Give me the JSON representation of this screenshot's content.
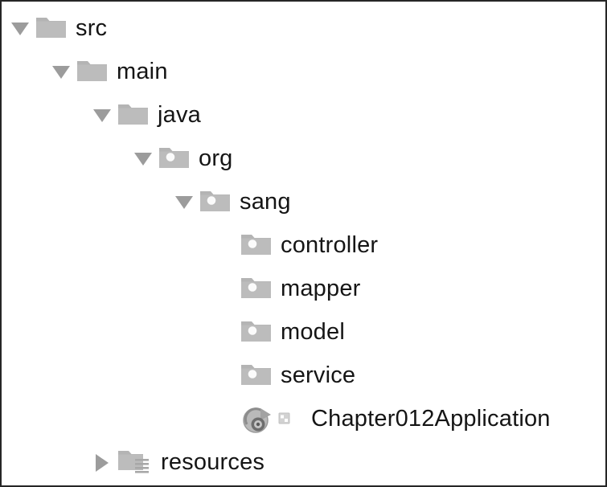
{
  "panel": {
    "name": "project-structure-tree",
    "background_color": "#ffffff",
    "border_color": "#262626",
    "icon_color": "#b0b0b0",
    "twisty_color": "#9c9c9c",
    "text_color": "#151515"
  },
  "tree": {
    "nodes": [
      {
        "label": "src",
        "depth": 0,
        "icon": "folder-icon",
        "twisty": "expanded",
        "expanded": true,
        "type": "source-root-folder"
      },
      {
        "label": "main",
        "depth": 1,
        "icon": "folder-icon",
        "twisty": "expanded",
        "expanded": true,
        "type": "folder"
      },
      {
        "label": "java",
        "depth": 2,
        "icon": "folder-icon",
        "twisty": "expanded",
        "expanded": true,
        "type": "source-folder"
      },
      {
        "label": "org",
        "depth": 3,
        "icon": "package-icon",
        "twisty": "expanded",
        "expanded": true,
        "type": "package"
      },
      {
        "label": "sang",
        "depth": 4,
        "icon": "package-icon",
        "twisty": "expanded",
        "expanded": true,
        "type": "package"
      },
      {
        "label": "controller",
        "depth": 5,
        "icon": "package-icon",
        "twisty": "none",
        "expanded": false,
        "type": "package"
      },
      {
        "label": "mapper",
        "depth": 5,
        "icon": "package-icon",
        "twisty": "none",
        "expanded": false,
        "type": "package"
      },
      {
        "label": "model",
        "depth": 5,
        "icon": "package-icon",
        "twisty": "none",
        "expanded": false,
        "type": "package"
      },
      {
        "label": "service",
        "depth": 5,
        "icon": "package-icon",
        "twisty": "none",
        "expanded": false,
        "type": "package"
      },
      {
        "label": "Chapter012Application",
        "depth": 5,
        "icon": "spring-boot-class-run-icon",
        "twisty": "none",
        "expanded": false,
        "type": "java-class"
      },
      {
        "label": "resources",
        "depth": 2,
        "icon": "resources-folder-icon",
        "twisty": "collapsed",
        "expanded": false,
        "type": "resources-root-folder"
      }
    ]
  }
}
